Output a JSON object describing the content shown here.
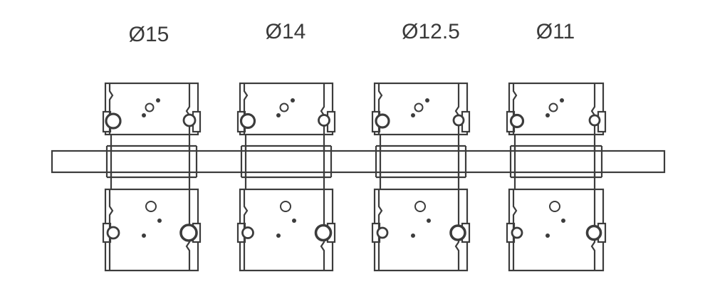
{
  "diagram": {
    "labels": [
      {
        "id": "d15",
        "text": "Ø15"
      },
      {
        "id": "d14",
        "text": "Ø14"
      },
      {
        "id": "d12_5",
        "text": "Ø12.5"
      },
      {
        "id": "d11",
        "text": "Ø11"
      }
    ],
    "stroke_color": "#3c3c3c",
    "background_color": "#ffffff"
  }
}
